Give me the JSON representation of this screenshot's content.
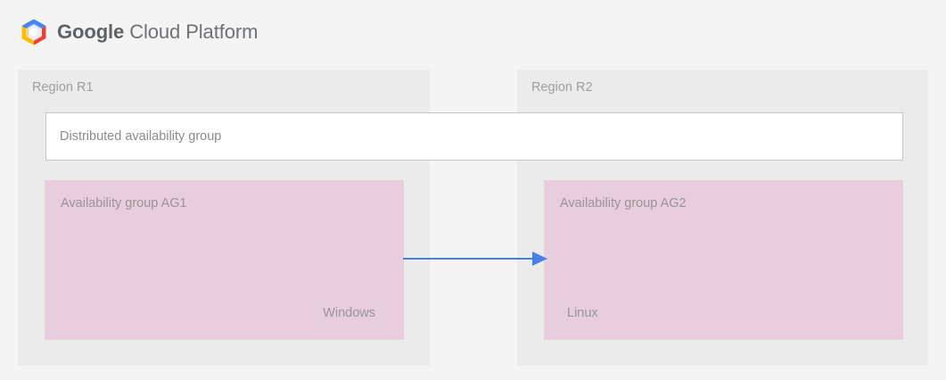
{
  "header": {
    "brand_strong": "Google",
    "brand_light": "Cloud Platform",
    "logo_icon": "google-cloud-platform-hexagon-logo",
    "logo_colors": {
      "top": "#4285F4",
      "left": "#FBBC05",
      "right": "#EA4335",
      "center": "#FFFFFF"
    }
  },
  "diagram": {
    "regions": [
      {
        "id": "r1",
        "label": "Region R1"
      },
      {
        "id": "r2",
        "label": "Region R2"
      }
    ],
    "distributed_group": {
      "label": "Distributed availability group",
      "background": "#ffffff",
      "border_color": "#c6c6c6"
    },
    "availability_groups": [
      {
        "id": "ag1",
        "label": "Availability group AG1",
        "os": "Windows",
        "region": "Region R1",
        "background": "#e8cedd"
      },
      {
        "id": "ag2",
        "label": "Availability group AG2",
        "os": "Linux",
        "region": "Region R2",
        "background": "#e8cedd"
      }
    ],
    "arrow": {
      "icon": "right-arrow-icon",
      "direction": "left-to-right",
      "from": "Availability group AG1",
      "to": "Availability group AG2",
      "color": "#4a7fe8"
    }
  },
  "colors": {
    "page_background": "#f4f4f4",
    "region_background": "#ebebeb",
    "accent_blue": "#4285F4",
    "pink": "#e8cedd",
    "muted_text": "#9e9e9e"
  }
}
